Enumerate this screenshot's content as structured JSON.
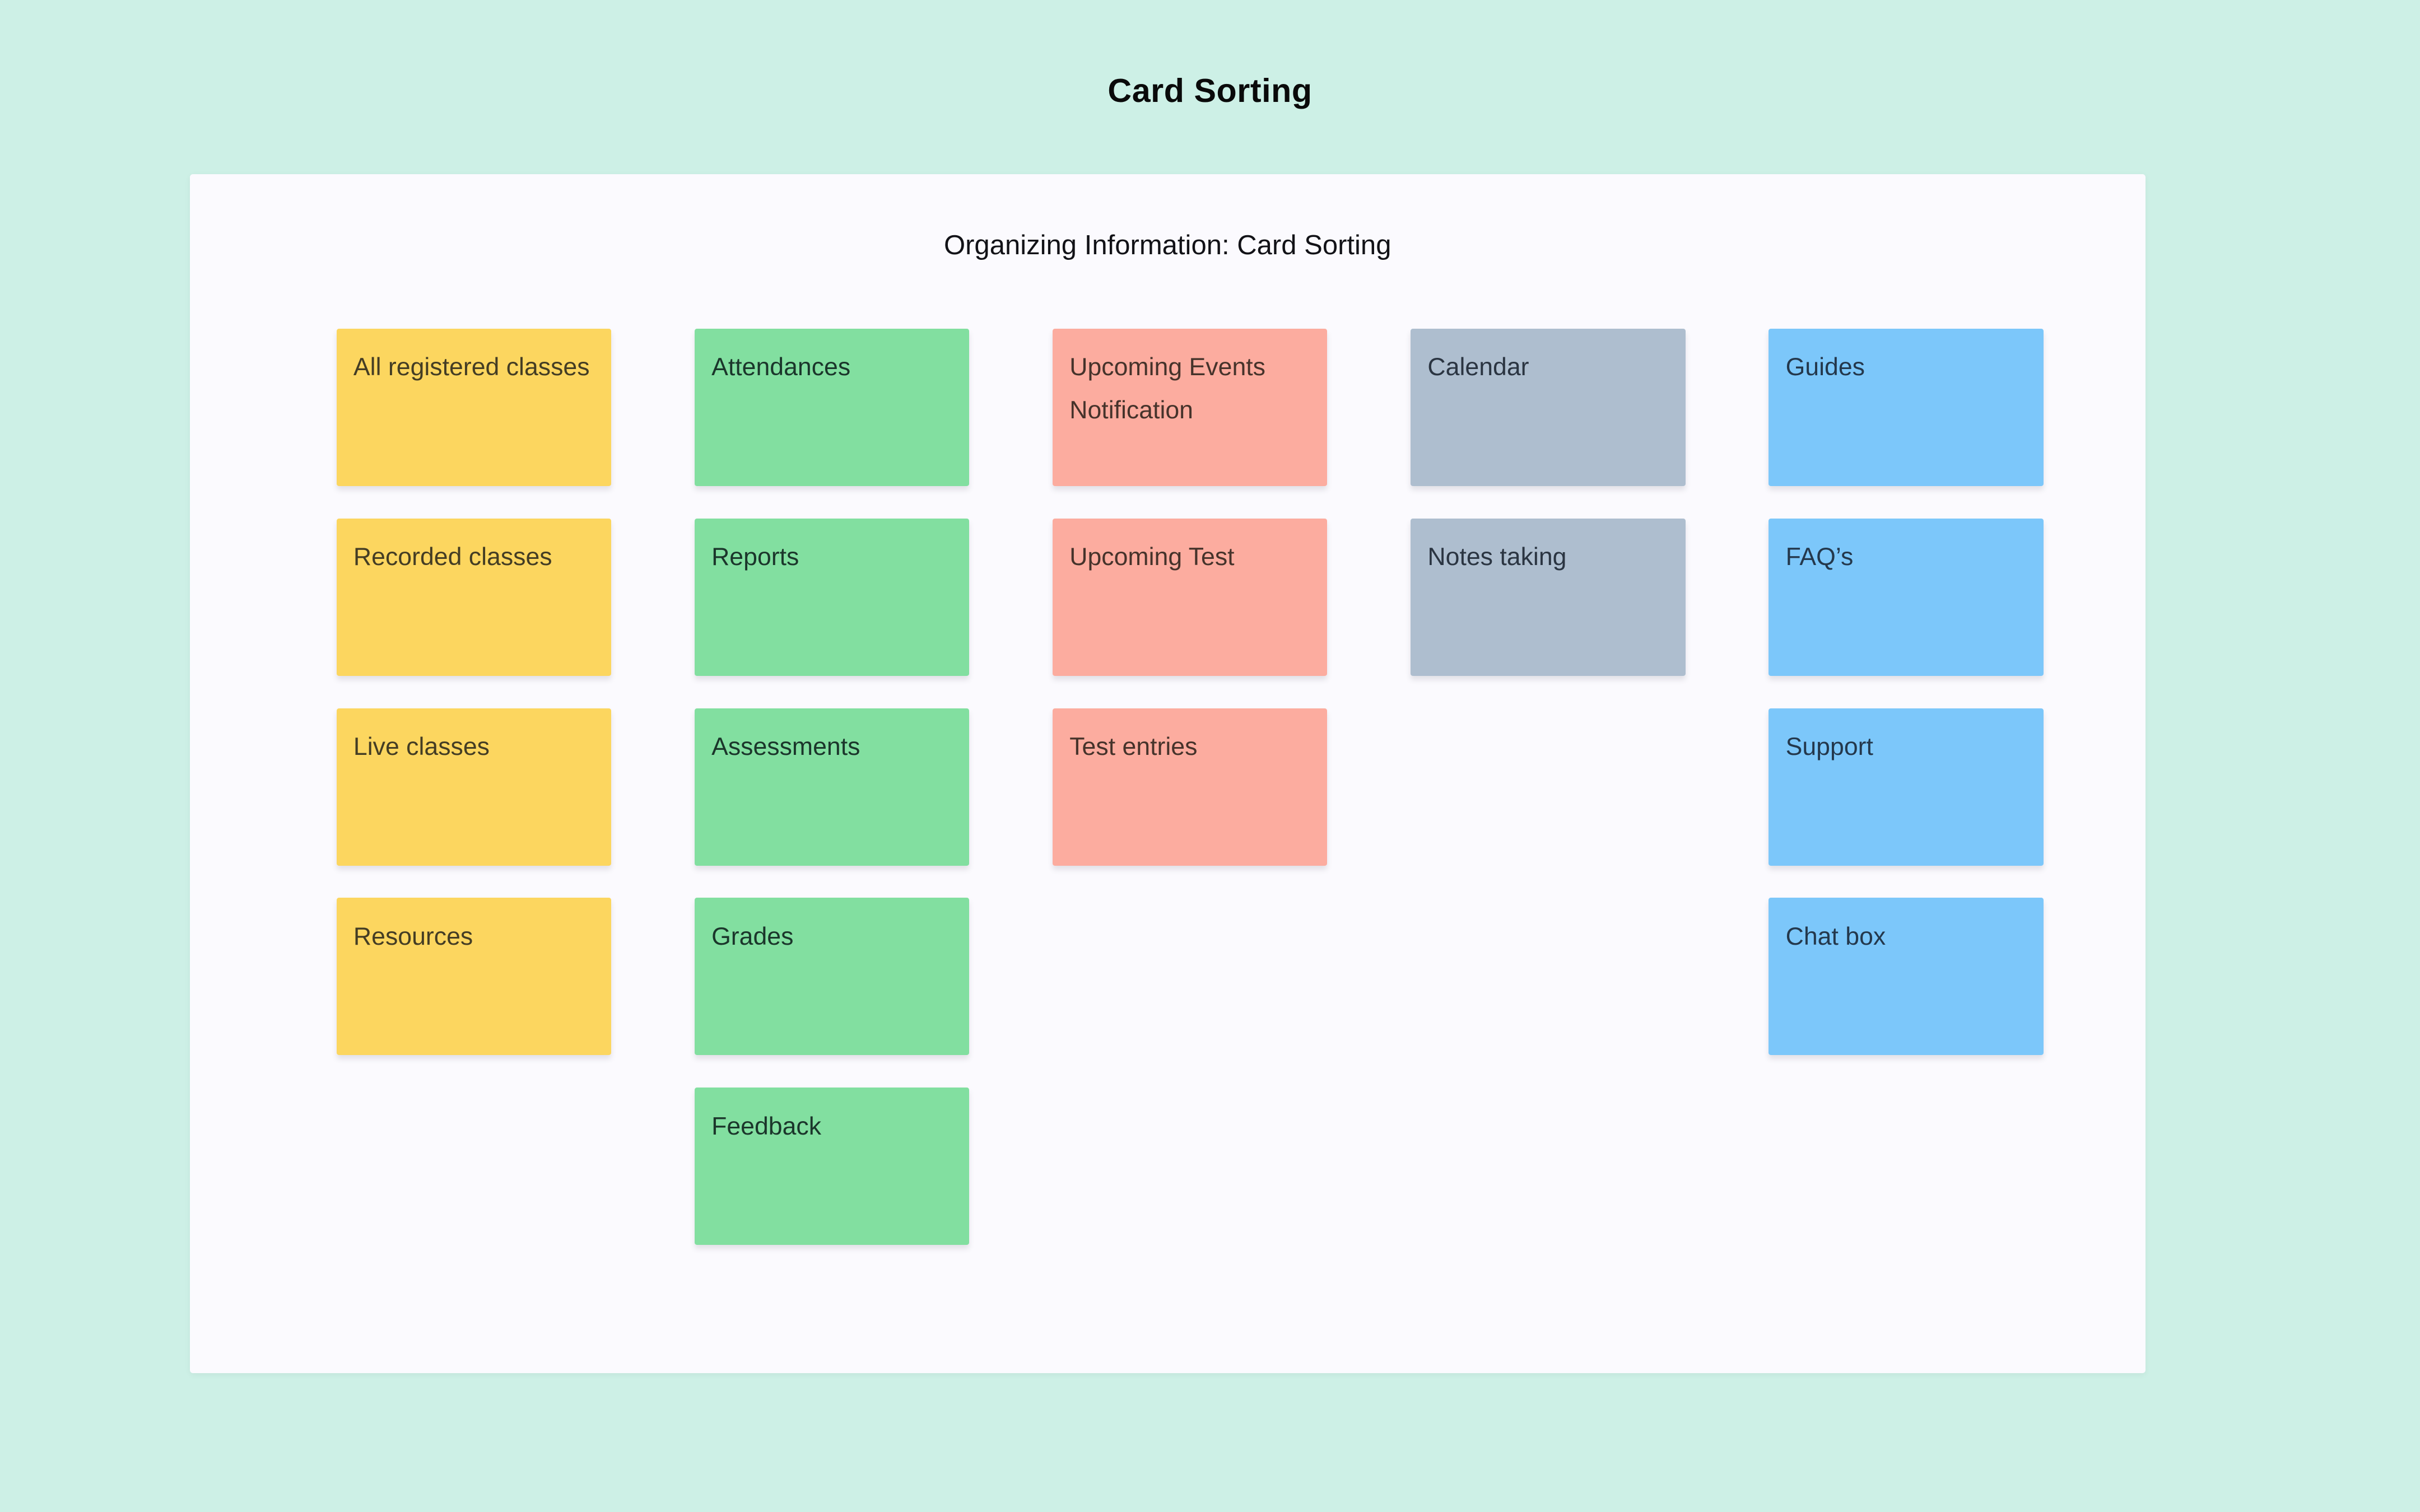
{
  "page": {
    "title": "Card Sorting",
    "background_color": "#CDF0E6"
  },
  "board": {
    "title": "Organizing Information: Card Sorting",
    "background_color": "#FBFAFE",
    "columns": [
      {
        "name": "yellow",
        "card_color": "#FCD65F",
        "text_color": "#443D24",
        "cards": [
          "All registered classes",
          "Recorded classes",
          "Live classes",
          "Resources"
        ]
      },
      {
        "name": "green",
        "card_color": "#82DFA0",
        "text_color": "#1B362B",
        "cards": [
          "Attendances",
          "Reports",
          "Assessments",
          "Grades",
          "Feedback"
        ]
      },
      {
        "name": "red",
        "card_color": "#FCAC9F",
        "text_color": "#46332B",
        "cards": [
          "Upcoming Events Notification",
          "Upcoming Test",
          "Test entries"
        ]
      },
      {
        "name": "gray",
        "card_color": "#AEBECF",
        "text_color": "#2B3542",
        "cards": [
          "Calendar",
          "Notes taking"
        ]
      },
      {
        "name": "blue",
        "card_color": "#7CC7FA",
        "text_color": "#24384C",
        "cards": [
          "Guides",
          "FAQ’s",
          "Support",
          "Chat box"
        ]
      }
    ]
  }
}
